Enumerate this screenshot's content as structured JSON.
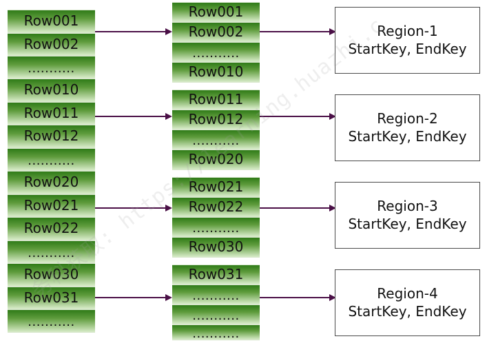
{
  "diagram": {
    "left_column": [
      {
        "label": "Row001"
      },
      {
        "label": "Row002"
      },
      {
        "label": "..........."
      },
      {
        "label": "Row010"
      },
      {
        "label": "Row011"
      },
      {
        "label": "Row012"
      },
      {
        "label": "..........."
      },
      {
        "label": "Row020"
      },
      {
        "label": "Row021"
      },
      {
        "label": "Row022"
      },
      {
        "label": "..........."
      },
      {
        "label": "Row030"
      },
      {
        "label": "Row031"
      },
      {
        "label": "..........."
      }
    ],
    "middle_groups": [
      {
        "rows": [
          {
            "label": "Row001"
          },
          {
            "label": "Row002"
          },
          {
            "label": "..........."
          },
          {
            "label": "Row010"
          }
        ]
      },
      {
        "rows": [
          {
            "label": "Row011"
          },
          {
            "label": "Row012"
          },
          {
            "label": "..........."
          },
          {
            "label": "Row020"
          }
        ]
      },
      {
        "rows": [
          {
            "label": "Row021"
          },
          {
            "label": "Row022"
          },
          {
            "label": "..........."
          },
          {
            "label": "Row030"
          }
        ]
      },
      {
        "rows": [
          {
            "label": "Row031"
          },
          {
            "label": "..........."
          },
          {
            "label": "..........."
          },
          {
            "label": "..........."
          }
        ]
      }
    ],
    "regions": [
      {
        "title": "Region-1",
        "subtitle": "StartKey, EndKey"
      },
      {
        "title": "Region-2",
        "subtitle": "StartKey, EndKey"
      },
      {
        "title": "Region-3",
        "subtitle": "StartKey, EndKey"
      },
      {
        "title": "Region-4",
        "subtitle": "StartKey, EndKey"
      }
    ],
    "colors": {
      "arrow": "#4a0f46",
      "box_border": "#4a4a4a",
      "cell_top": "#2f7b18",
      "cell_mid": "#5f9c3d",
      "cell_bottom": "#d7ebc8"
    },
    "watermark": {
      "text": "务科获取: https://learning.huazhi.c"
    }
  }
}
